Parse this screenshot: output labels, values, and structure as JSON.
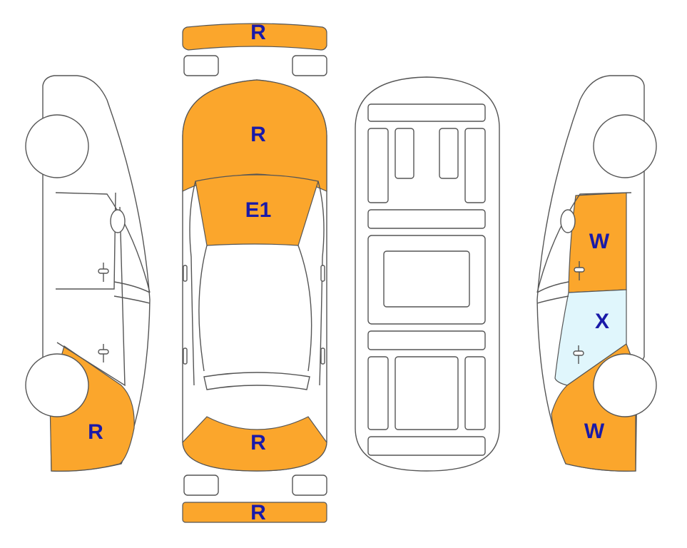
{
  "colors": {
    "damage_orange": "#FBA62C",
    "damage_light_blue": "#E0F6FC",
    "outline": "#555555",
    "label_blue": "#1a1aa8"
  },
  "labels": {
    "front_bumper": "R",
    "hood": "R",
    "windshield": "E1",
    "trunk": "R",
    "rear_bumper": "R",
    "left_rear": "R",
    "right_front_door": "W",
    "right_rear_door": "X",
    "right_rear_quarter": "W"
  }
}
